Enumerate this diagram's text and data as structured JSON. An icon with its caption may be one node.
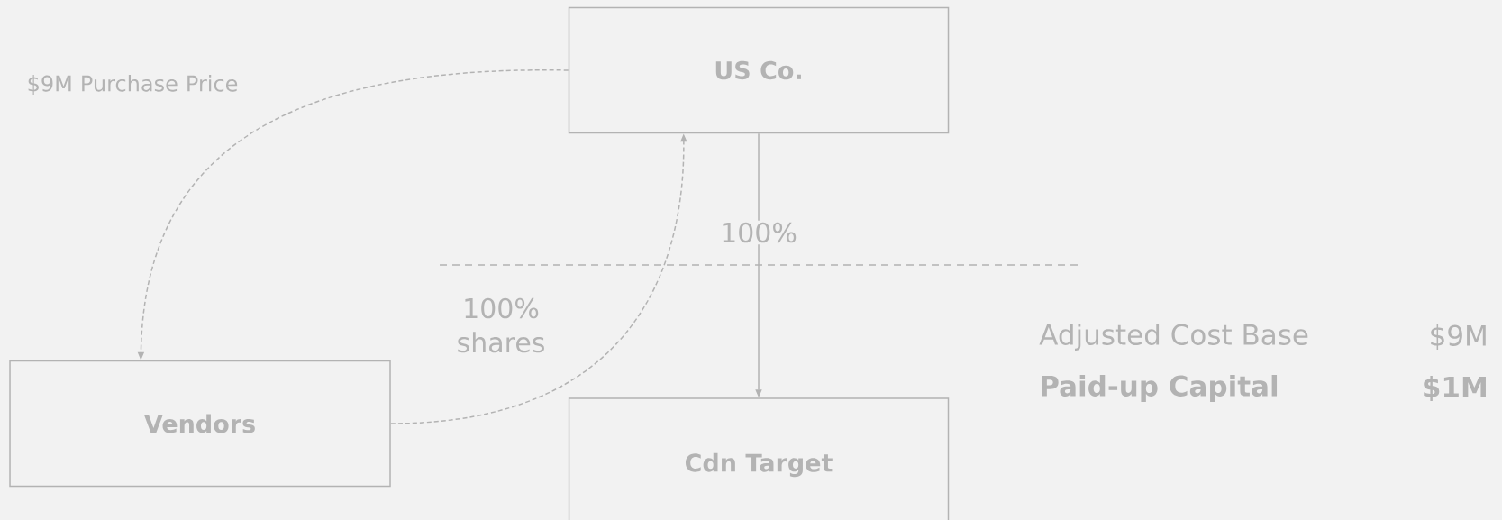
{
  "diagram": {
    "nodes": [
      {
        "text": [
          "US Co."
        ]
      },
      {
        "text": [
          "Vendors"
        ]
      },
      {
        "text": [
          "Cdn Target"
        ]
      }
    ],
    "edges": [
      {
        "from": 0,
        "to": 1,
        "arrow": "to",
        "style": "dashed",
        "label": "$9M Purchase Price"
      },
      {
        "from": 0,
        "to": 2,
        "arrow": "to",
        "label": "100%"
      },
      {
        "from": 1,
        "to": 0,
        "arrow": "to",
        "style": "dashed",
        "label": "100% shares"
      }
    ],
    "labels": [
      "Adjusted Cost Base",
      "$9M",
      "Paid-up Capital",
      "$1M"
    ]
  }
}
